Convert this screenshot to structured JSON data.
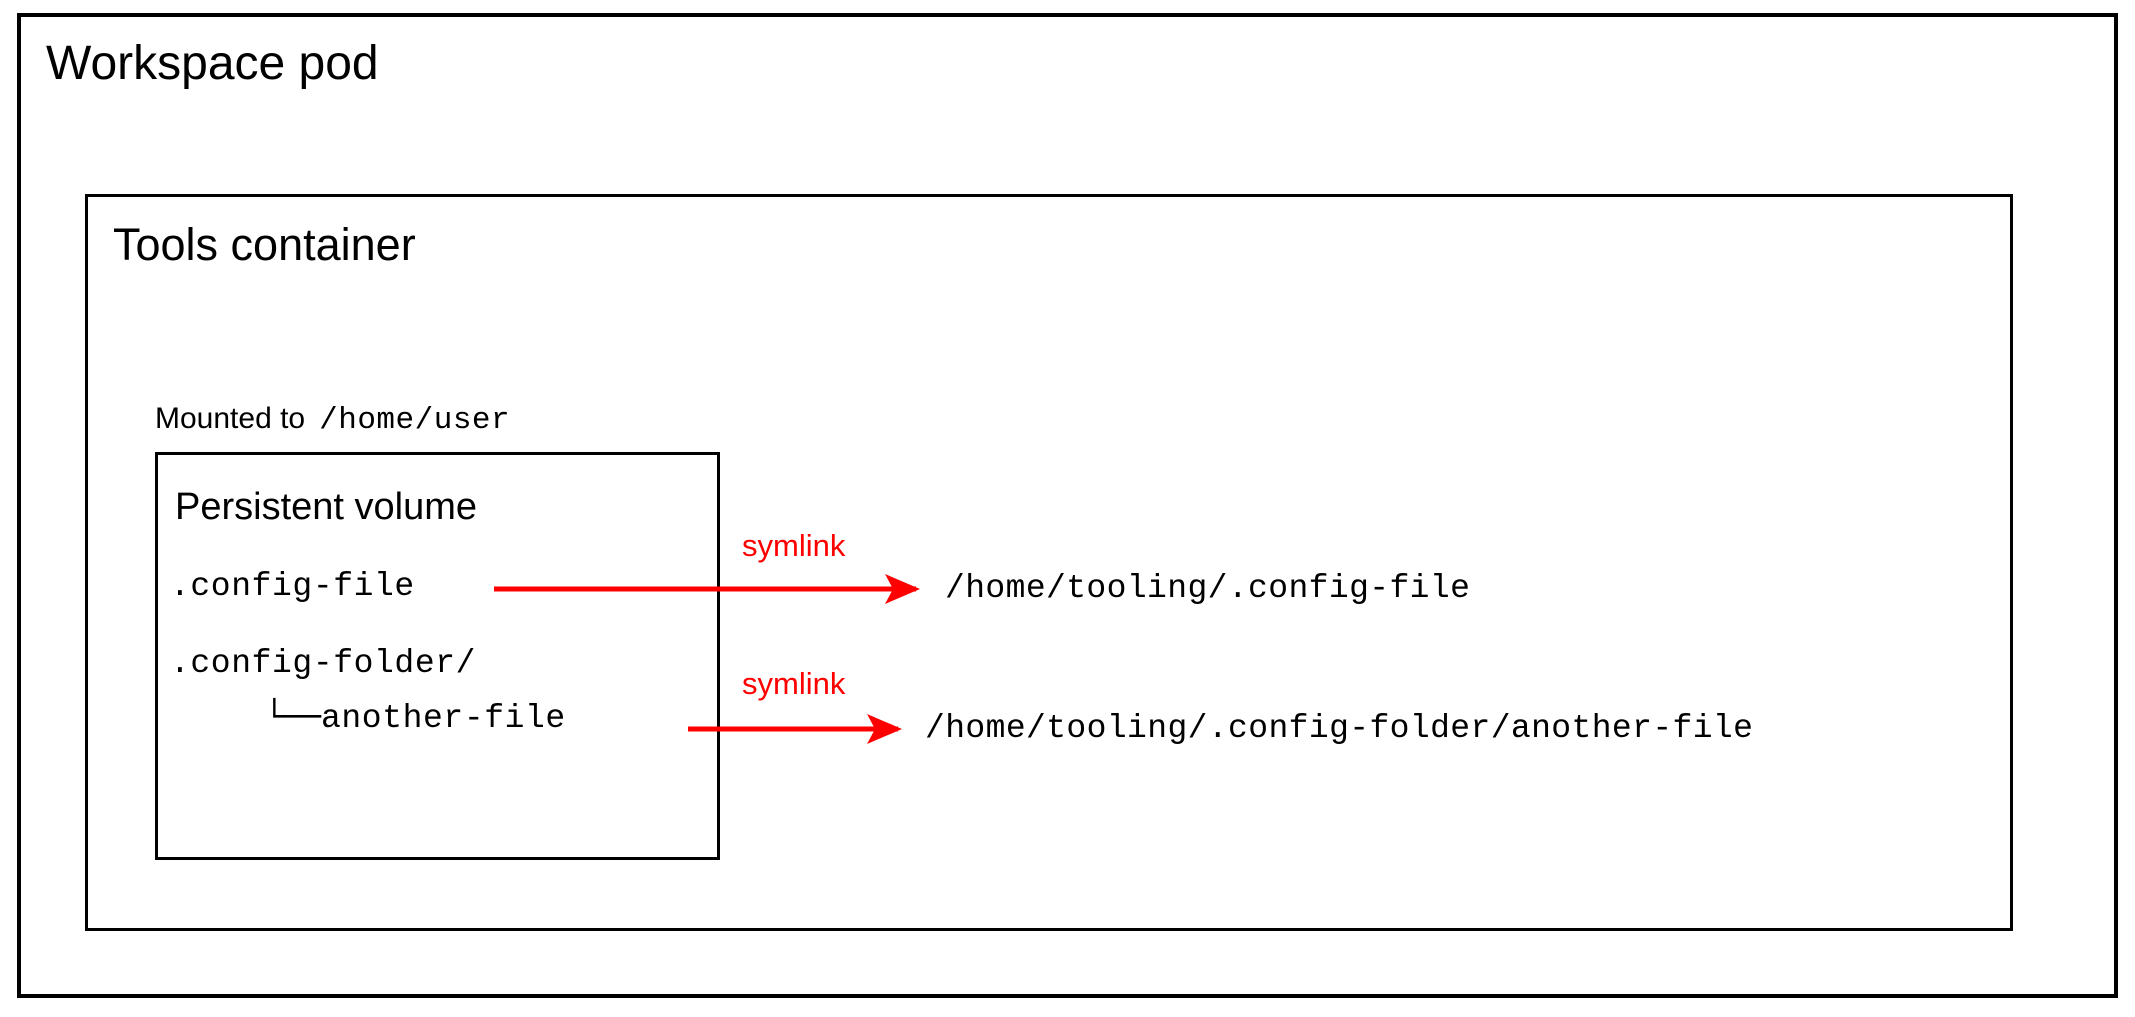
{
  "diagram": {
    "pod": {
      "title": "Workspace pod"
    },
    "tools_container": {
      "title": "Tools container"
    },
    "mount": {
      "label": "Mounted to",
      "path": "/home/user"
    },
    "volume": {
      "title": "Persistent volume",
      "entries": [
        {
          "name": ".config-file"
        },
        {
          "name": ".config-folder/"
        },
        {
          "branch": "└──",
          "name": "another-file"
        }
      ]
    },
    "links": [
      {
        "label": "symlink",
        "source": ".config-file",
        "target": "/home/tooling/.config-file"
      },
      {
        "label": "symlink",
        "source": "another-file",
        "target": "/home/tooling/.config-folder/another-file"
      }
    ],
    "colors": {
      "line": "#000000",
      "symlink": "#ff0000",
      "background": "#ffffff"
    }
  }
}
